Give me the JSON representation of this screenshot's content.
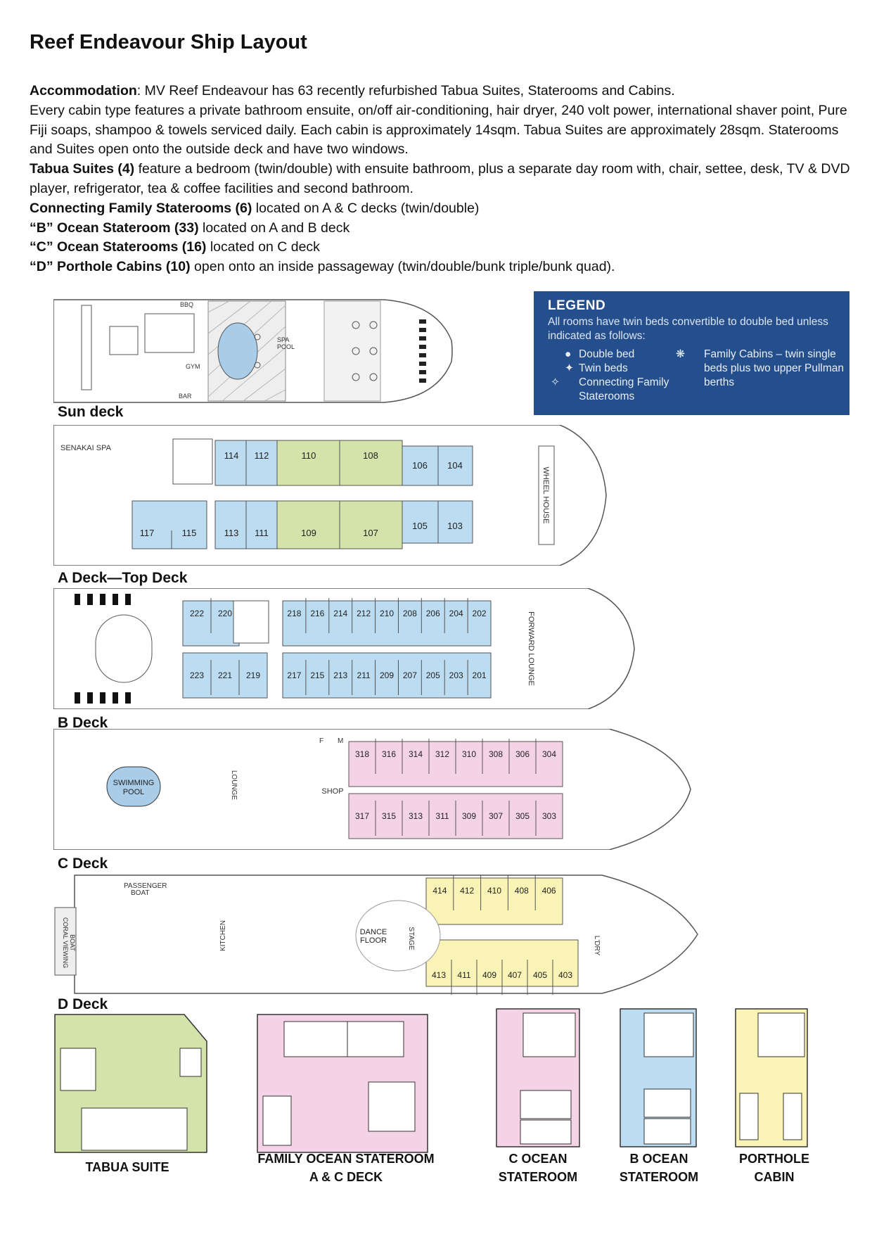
{
  "title": "Reef Endeavour Ship Layout",
  "intro": {
    "accommodation_label": "Accommodation",
    "accommodation_text": ":  MV Reef Endeavour has 63 recently refurbished Tabua Suites, Staterooms and Cabins.",
    "features_text": "Every cabin type features a private bathroom ensuite, on/off air-conditioning, hair dryer, 240 volt power, international shaver point, Pure Fiji soaps, shampoo & towels serviced daily. Each cabin is approximately 14sqm.  Tabua Suites are approximately 28sqm. Staterooms and Suites open onto the outside deck and have two windows.",
    "items": [
      {
        "label": "Tabua Suites (4)",
        "text": " feature a bedroom (twin/double) with ensuite bathroom, plus a separate day room with, chair, settee, desk, TV & DVD player, refrigerator, tea & coffee facilities and second bathroom."
      },
      {
        "label": "Connecting Family Staterooms (6)",
        "text": " located on A & C decks (twin/double)"
      },
      {
        "label": "“B” Ocean Stateroom (33)",
        "text": " located on A and B deck"
      },
      {
        "label": "“C” Ocean Staterooms (16)",
        "text": " located on C deck"
      },
      {
        "label": "“D” Porthole Cabins (10)",
        "text": " open onto an inside passageway (twin/double/bunk triple/bunk quad)."
      }
    ]
  },
  "legend": {
    "title": "LEGEND",
    "subtitle": "All rooms have twin beds convertible to double bed unless indicated as follows:",
    "items": [
      {
        "symbol": "●",
        "label": "Double bed"
      },
      {
        "symbol": "✦",
        "label": "Twin beds"
      },
      {
        "symbol": "✧",
        "label": "Connecting Family Staterooms"
      },
      {
        "symbol": "❋",
        "label": "Family Cabins – twin single beds plus two upper Pullman berths"
      }
    ]
  },
  "colors": {
    "tabua": "#d4e3a9",
    "b_ocean": "#bcdcf1",
    "c_ocean": "#f5d3e6",
    "porthole": "#faf3b6",
    "legend_bg": "#244f8c"
  },
  "decks": {
    "sun": {
      "label": "Sun deck",
      "features": [
        "BBQ",
        "GYM",
        "BAR",
        "SPA",
        "POOL"
      ]
    },
    "a": {
      "label": "A Deck—Top Deck",
      "features": [
        "SENAKAI SPA",
        "WHEEL HOUSE"
      ],
      "top_rooms": [
        "114",
        "112",
        "110",
        "108",
        "106",
        "104"
      ],
      "bottom_rooms": [
        "117",
        "115",
        "113",
        "111",
        "109",
        "107",
        "105",
        "103"
      ]
    },
    "b": {
      "label": "B Deck",
      "features": [
        "FORWARD LOUNGE"
      ],
      "top_rooms": [
        "222",
        "220",
        "218",
        "216",
        "214",
        "212",
        "210",
        "208",
        "206",
        "204",
        "202"
      ],
      "bottom_rooms": [
        "223",
        "221",
        "219",
        "217",
        "215",
        "213",
        "211",
        "209",
        "207",
        "205",
        "203",
        "201"
      ]
    },
    "c": {
      "label": "C Deck",
      "features": [
        "SWIMMING",
        "POOL",
        "LOUNGE",
        "SHOP",
        "F",
        "M"
      ],
      "top_rooms": [
        "318",
        "316",
        "314",
        "312",
        "310",
        "308",
        "306",
        "304"
      ],
      "bottom_rooms": [
        "317",
        "315",
        "313",
        "311",
        "309",
        "307",
        "305",
        "303"
      ]
    },
    "d": {
      "label": "D Deck",
      "features": [
        "PASSENGER",
        "BOAT",
        "CORAL VIEWING",
        "BOAT",
        "KITCHEN",
        "DANCE",
        "FLOOR",
        "STAGE",
        "L'DRY"
      ],
      "top_rooms": [
        "414",
        "412",
        "410",
        "408",
        "406"
      ],
      "bottom_rooms": [
        "413",
        "411",
        "409",
        "407",
        "405",
        "403"
      ]
    }
  },
  "room_types": [
    {
      "line1": "TABUA SUITE",
      "line2": ""
    },
    {
      "line1": "FAMILY OCEAN STATEROOM",
      "line2": "A & C DECK"
    },
    {
      "line1": "C OCEAN",
      "line2": "STATEROOM"
    },
    {
      "line1": "B OCEAN",
      "line2": "STATEROOM"
    },
    {
      "line1": "PORTHOLE",
      "line2": "CABIN"
    }
  ]
}
